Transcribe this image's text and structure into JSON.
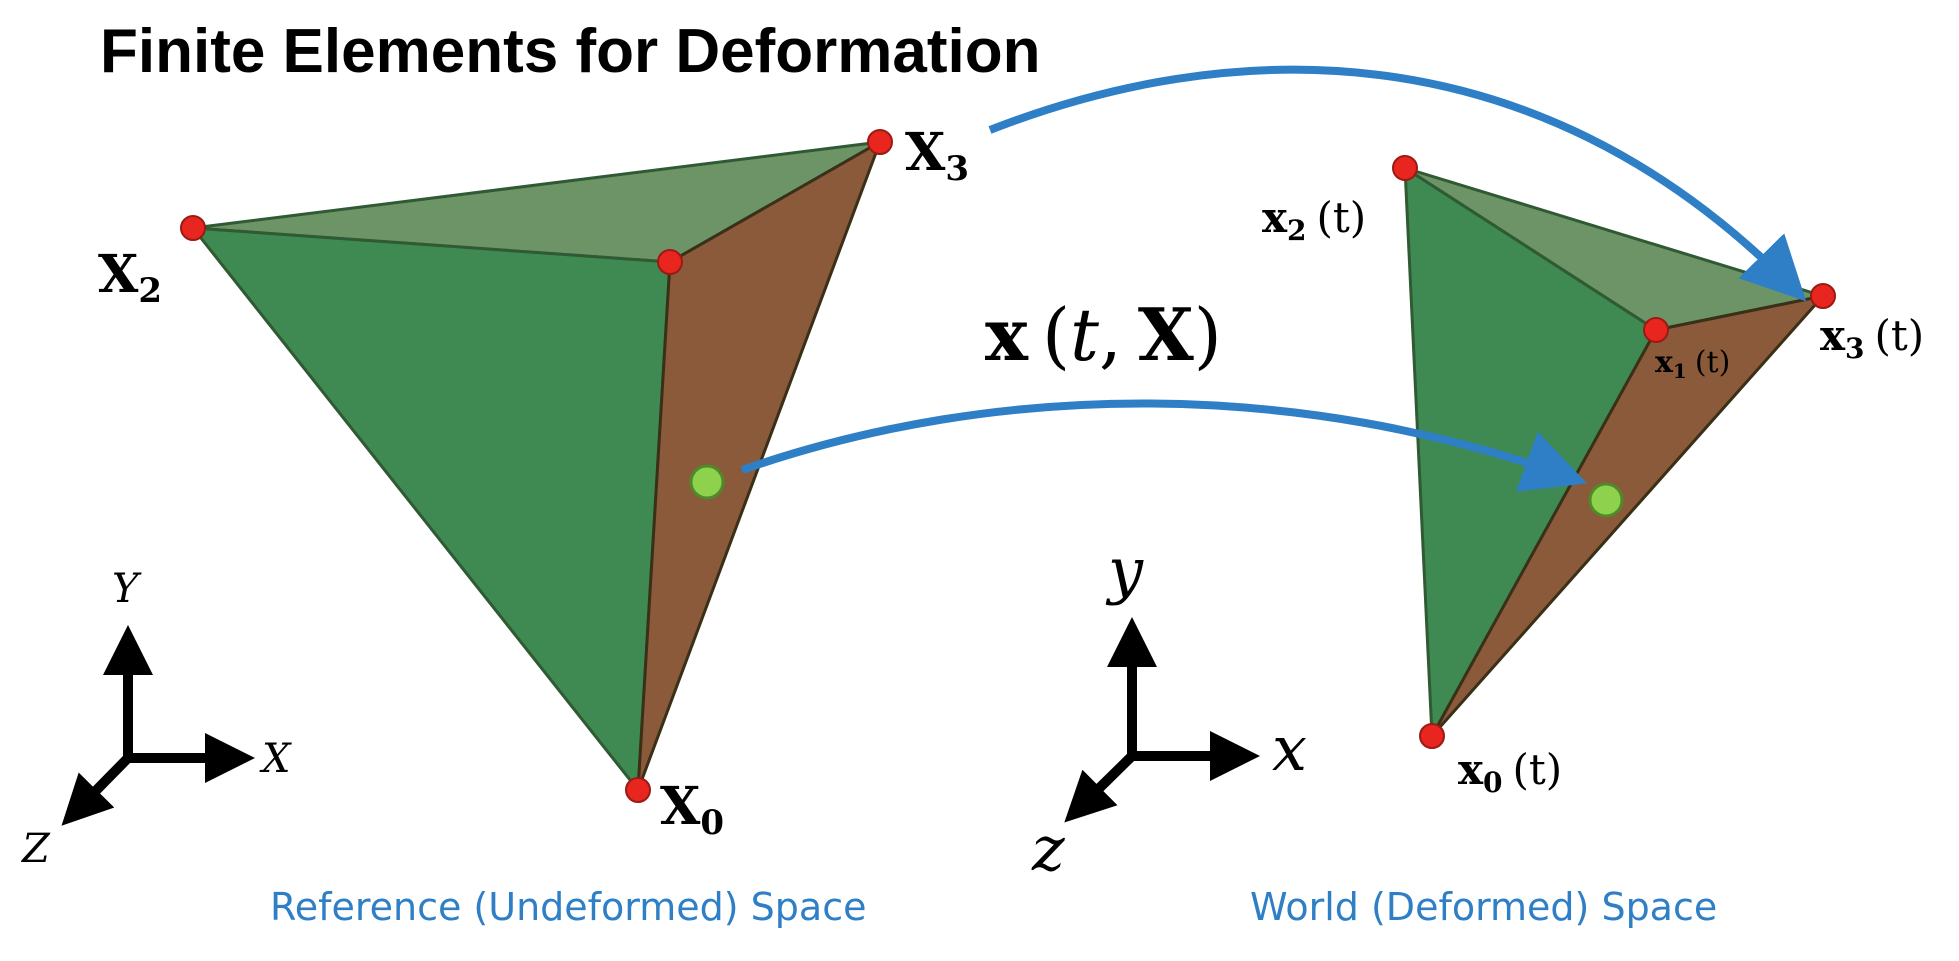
{
  "title": "Finite Elements for Deformation",
  "captions": {
    "reference": "Reference (Undeformed) Space",
    "world": "World (Deformed) Space"
  },
  "mapping_label": {
    "symbol": "x",
    "open": "(",
    "t": "t",
    "comma": ",",
    "X": "X",
    "close": ")"
  },
  "reference_vertices": {
    "X0": {
      "base": "X",
      "sub": "0"
    },
    "X1": {
      "base": "",
      "sub": ""
    },
    "X2": {
      "base": "X",
      "sub": "2"
    },
    "X3": {
      "base": "X",
      "sub": "3"
    }
  },
  "world_vertices": {
    "x0": {
      "base": "x",
      "sub": "0",
      "arg": "(t)"
    },
    "x1": {
      "base": "x",
      "sub": "1",
      "arg": "(t)"
    },
    "x2": {
      "base": "x",
      "sub": "2",
      "arg": "(t)"
    },
    "x3": {
      "base": "x",
      "sub": "3",
      "arg": "(t)"
    }
  },
  "reference_axes": {
    "x": "X",
    "y": "Y",
    "z": "Z"
  },
  "world_axes": {
    "x": "x",
    "y": "y",
    "z": "z"
  },
  "colors": {
    "face_green": "#3f8a52",
    "face_green_light": "#5e9a68",
    "face_brown": "#8a5a3a",
    "vertex_red": "#e8261f",
    "interior_point": "#8ed14c",
    "arrow_blue": "#2f7fc6",
    "caption_blue": "#2f7fc6"
  }
}
